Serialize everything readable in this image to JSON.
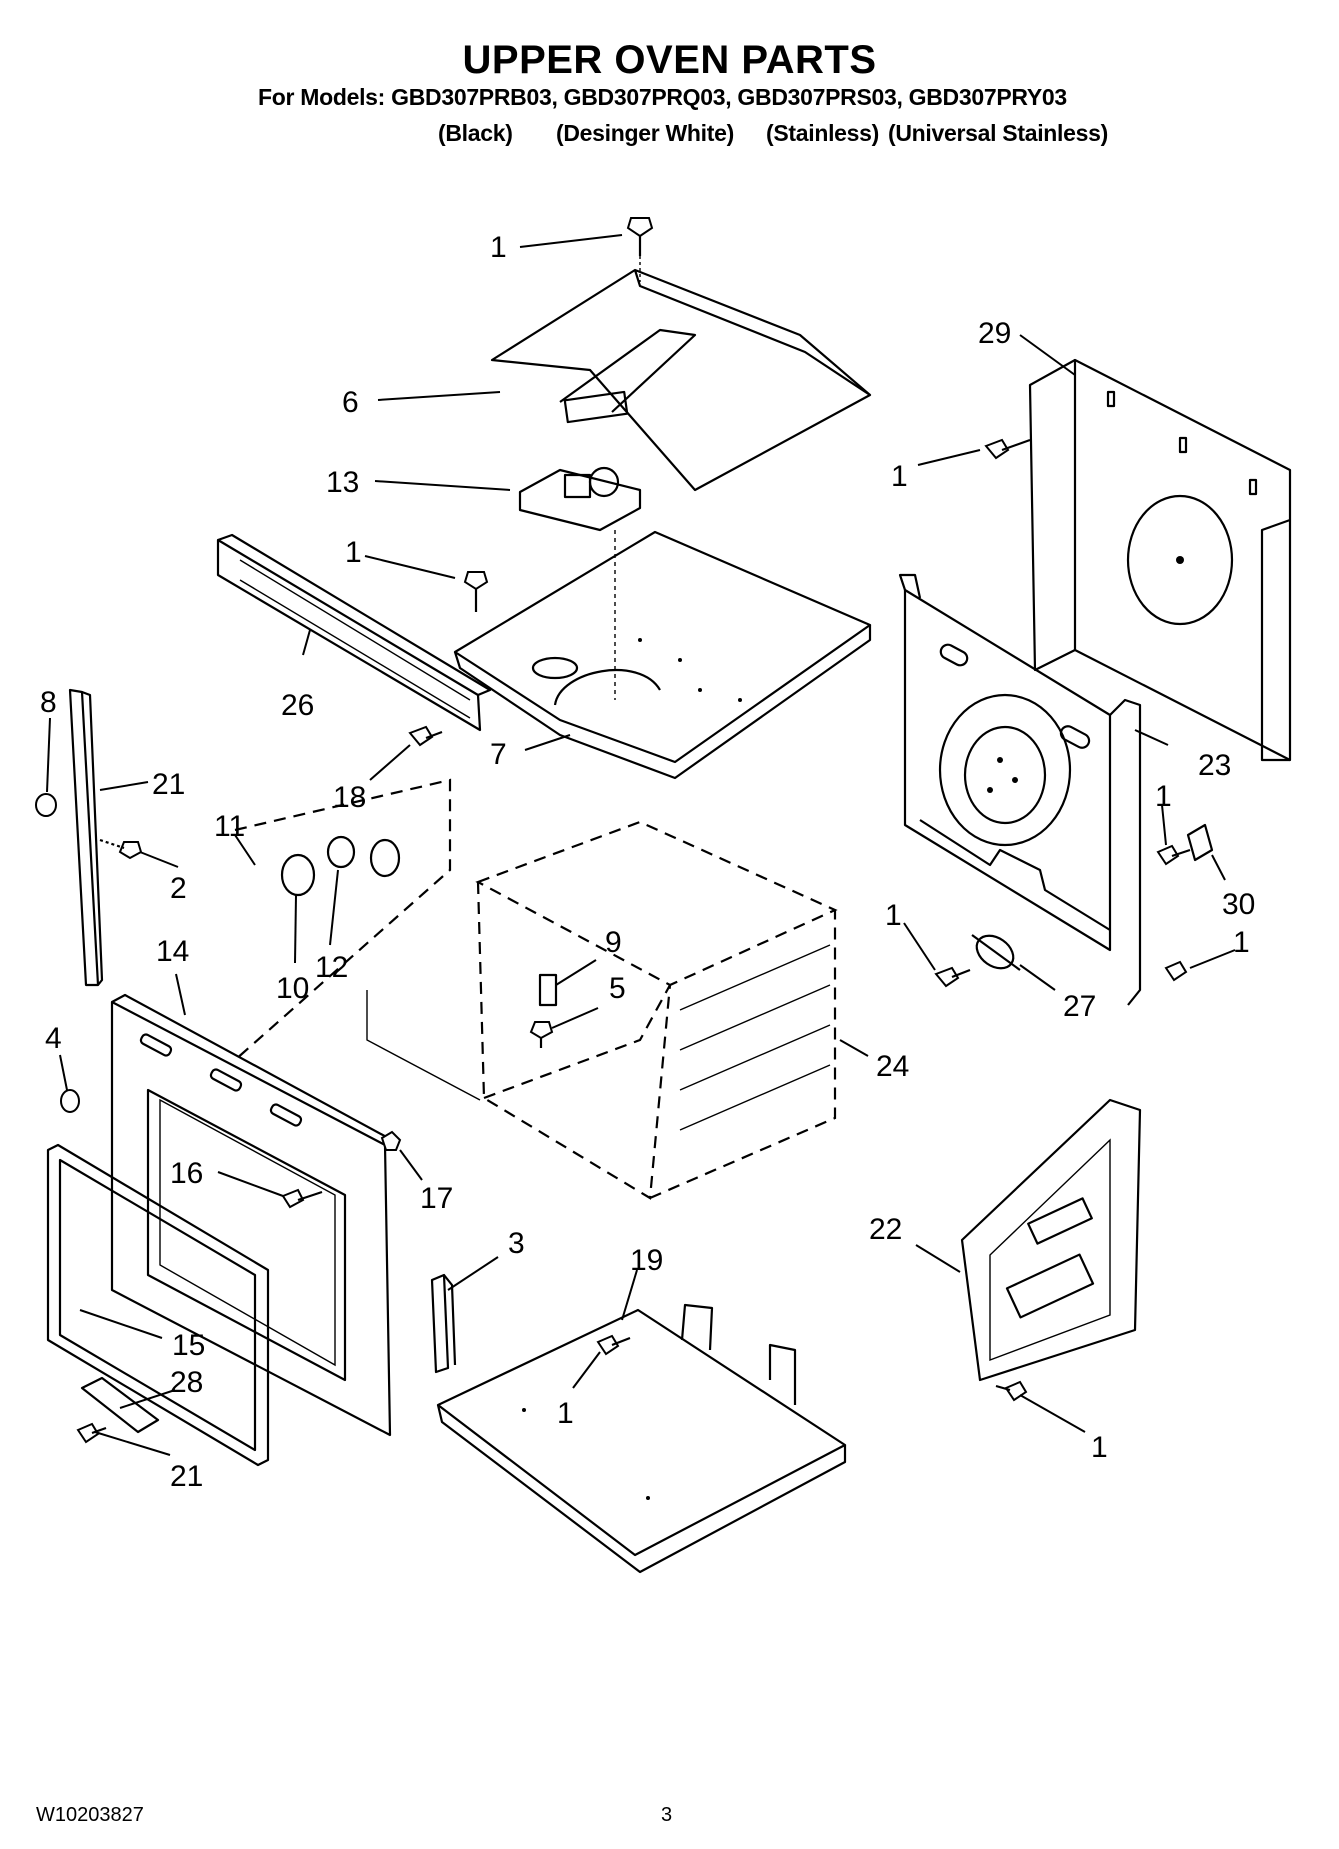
{
  "header": {
    "title": "UPPER OVEN PARTS",
    "models_line": "For Models: GBD307PRB03, GBD307PRQ03, GBD307PRS03, GBD307PRY03",
    "variants": [
      "(Black)",
      "(Desinger White)",
      "(Stainless)",
      "(Universal Stainless)"
    ]
  },
  "callouts": {
    "c1a": "1",
    "c6": "6",
    "c13": "13",
    "c1b": "1",
    "c26": "26",
    "c7": "7",
    "c18": "18",
    "c29": "29",
    "c1c": "1",
    "c23": "23",
    "c1d": "1",
    "c30": "30",
    "c1e": "1",
    "c1f": "1",
    "c27": "27",
    "c8": "8",
    "c21a": "21",
    "c2": "2",
    "c11": "11",
    "c10": "10",
    "c12": "12",
    "c9": "9",
    "c5": "5",
    "c24": "24",
    "c14": "14",
    "c4": "4",
    "c16": "16",
    "c17": "17",
    "c3": "3",
    "c19": "19",
    "c1g": "1",
    "c22": "22",
    "c1h": "1",
    "c15": "15",
    "c28": "28",
    "c21b": "21"
  },
  "footer": {
    "doc_number": "W10203827",
    "page_number": "3"
  }
}
